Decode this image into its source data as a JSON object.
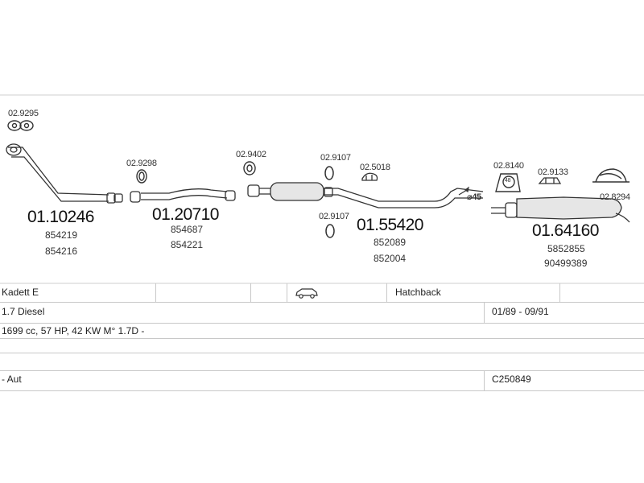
{
  "parts": [
    {
      "number": "01.10246",
      "refs": [
        "854219",
        "854216"
      ]
    },
    {
      "number": "01.20710",
      "refs": [
        "854687",
        "854221"
      ]
    },
    {
      "number": "01.55420",
      "refs": [
        "852089",
        "852004"
      ]
    },
    {
      "number": "01.64160",
      "refs": [
        "5852855",
        "90499389"
      ]
    }
  ],
  "accessories": {
    "gasket_front": "02.9295",
    "clamp_1": "02.9298",
    "clamp_2": "02.9402",
    "hanger_1": "02.9107",
    "clamp_3": "02.5018",
    "hanger_2": "02.9107",
    "hanger_3": "02.8140",
    "hanger_3_badge": "48",
    "clamp_4": "02.9133",
    "mount_rear": "02.8294"
  },
  "pipe_diameter": "⌀45",
  "vehicle": {
    "model": "Kadett E",
    "body_type": "Hatchback",
    "body_icon": "car-hatchback-icon",
    "engine": "1.7 Diesel",
    "production": "01/89 - 09/91",
    "specs": "1699 cc, 57 HP, 42 KW M° 1.7D -",
    "gearbox": "- Aut",
    "code": "C250849"
  }
}
